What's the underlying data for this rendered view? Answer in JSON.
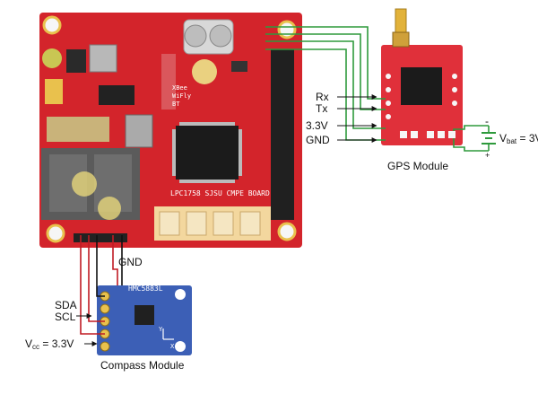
{
  "diagram": {
    "colors": {
      "board_red": "#d3242b",
      "board_dark": "#a8141c",
      "gps_red": "#e0303a",
      "compass_blue": "#3c5fb6",
      "wire_green": "#2e9a3c",
      "wire_red": "#c01b24",
      "wire_black": "#111111",
      "background": "#ffffff"
    },
    "main_board": {
      "silkscreen_title": "LPC1758 SJSU CMPE BOARD",
      "xbee_label": "XBee WiFly BT"
    },
    "gps_module": {
      "caption": "GPS Module",
      "pin_labels": [
        "Rx",
        "Tx",
        "3.3V",
        "GND"
      ],
      "battery": {
        "label_main": "V",
        "label_sub": "bat",
        "label_rest": " = 3V",
        "minus_sign": "-",
        "plus_sign": "+"
      }
    },
    "compass_module": {
      "caption": "Compass Module",
      "chip_label": "HMC5883L",
      "gnd_label": "GND",
      "pin_labels": [
        "SDA",
        "SCL"
      ],
      "vcc": {
        "label_main": "V",
        "label_sub": "cc",
        "label_rest": " = 3.3V"
      },
      "axis_labels": [
        "Y",
        "X"
      ]
    }
  }
}
